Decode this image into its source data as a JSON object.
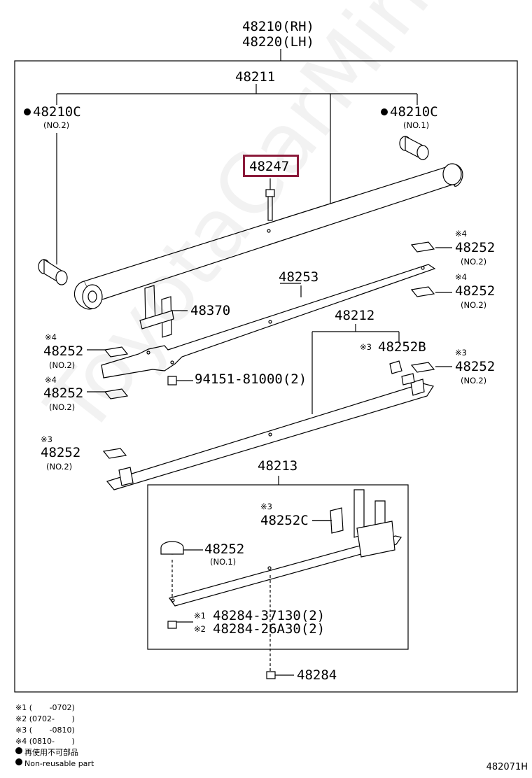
{
  "labels": {
    "assy_rh": "48210(RH)",
    "assy_lh": "48220(LH)",
    "p48211": "48211",
    "p48210c_left": "48210C",
    "p48210c_left_sub": "(NO.2)",
    "p48210c_right": "48210C",
    "p48210c_right_sub": "(NO.1)",
    "p48247": "48247",
    "p48252_r1": "48252",
    "p48252_r1_sub": "(NO.2)",
    "p48252_r1_mark": "※4",
    "p48252_r2": "48252",
    "p48252_r2_sub": "(NO.2)",
    "p48252_r2_mark": "※4",
    "p48253": "48253",
    "p48370": "48370",
    "p48212": "48212",
    "p48252_l1": "48252",
    "p48252_l1_sub": "(NO.2)",
    "p48252_l1_mark": "※4",
    "p48252b": "48252B",
    "p48252b_mark": "※3",
    "p48252_r3": "48252",
    "p48252_r3_sub": "(NO.2)",
    "p48252_r3_mark": "※3",
    "p94151": "94151-81000(2)",
    "p48252_l2": "48252",
    "p48252_l2_sub": "(NO.2)",
    "p48252_l2_mark": "※4",
    "p48252_l3": "48252",
    "p48252_l3_sub": "(NO.2)",
    "p48252_l3_mark": "※3",
    "p48213": "48213",
    "p48252c": "48252C",
    "p48252c_mark": "※3",
    "p48252_no1": "48252",
    "p48252_no1_sub": "(NO.1)",
    "p48284_1": "48284-37130(2)",
    "p48284_1_mark": "※1",
    "p48284_2": "48284-26A30(2)",
    "p48284_2_mark": "※2",
    "p48284": "48284"
  },
  "notes": [
    "※1 (       -0702)",
    "※2 (0702-       )",
    "※3 (       -0810)",
    "※4 (0810-       )"
  ],
  "legend_jp": "再使用不可部品",
  "legend_en": "Non-reusable part",
  "figure_id": "482071H",
  "watermark": "ToyotaCarMine.ru",
  "colors": {
    "highlight": "#8b1a3a",
    "line": "#000000"
  }
}
